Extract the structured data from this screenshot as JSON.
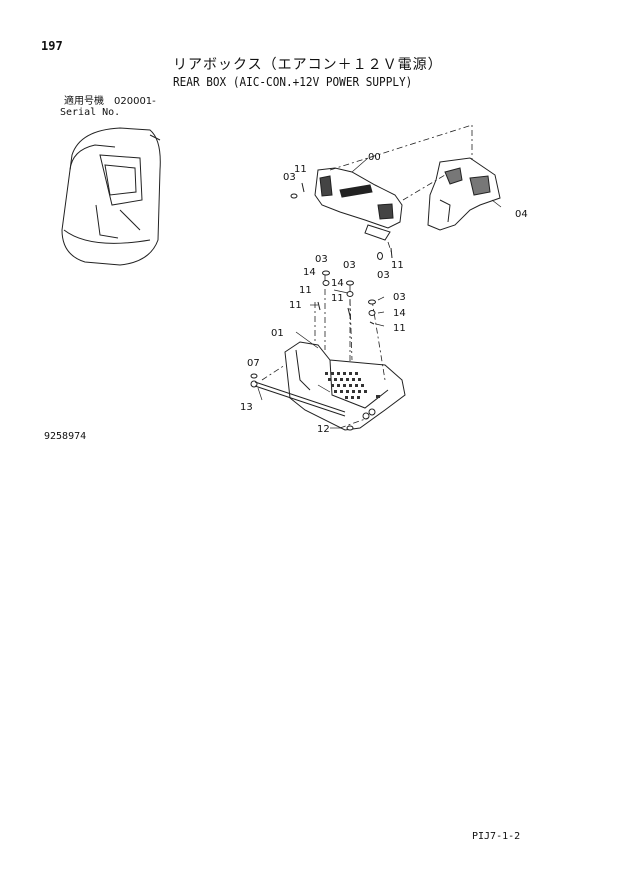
{
  "header": {
    "page_number": "197",
    "title_jp": "リアボックス（エアコン＋１２Ｖ電源）",
    "title_en": "REAR BOX (AIC-CON.+12V POWER SUPPLY)",
    "serial_jp": "適用号機　020001-",
    "serial_en": "Serial No."
  },
  "footer": {
    "drawing_number": "9258974",
    "page_code": "PIJ7-1-2"
  },
  "callouts": {
    "c00": "00",
    "c01": "01",
    "c03a": "03",
    "c11a": "11",
    "c04": "04",
    "c11b": "11",
    "c03b": "03",
    "c03c": "03",
    "c03d": "03",
    "c14a": "14",
    "c14b": "14",
    "c11c": "11",
    "c11d": "11",
    "c03e": "03",
    "c14c": "14",
    "c11e": "11",
    "c11f": "11",
    "c07": "07",
    "c13": "13",
    "c12": "12"
  }
}
